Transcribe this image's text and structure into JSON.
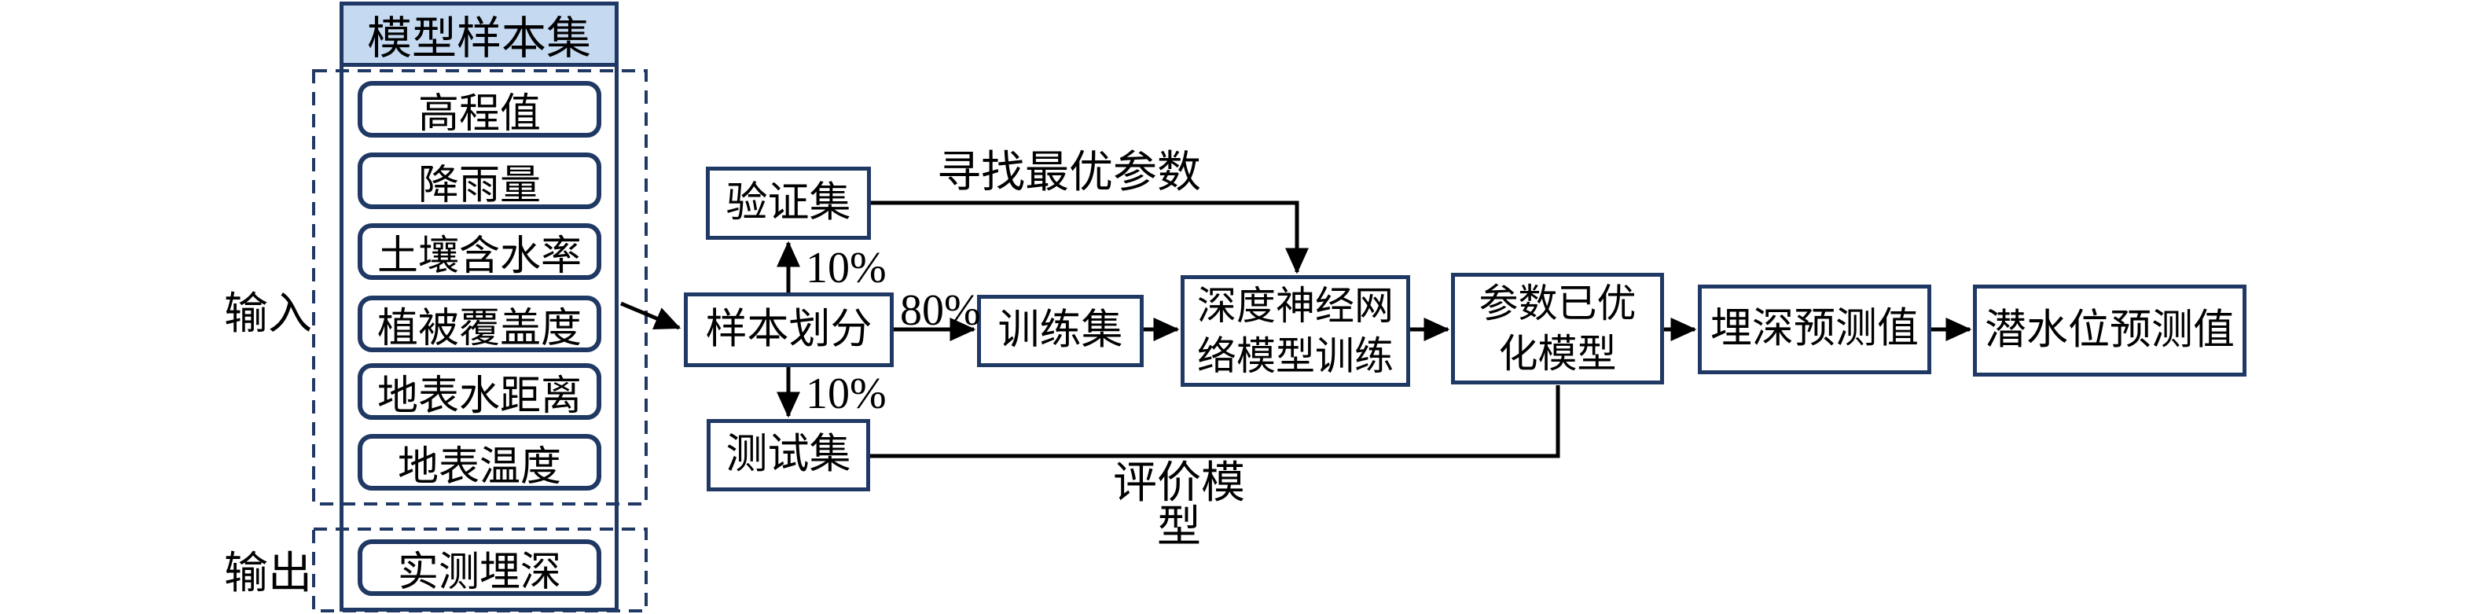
{
  "diagram": {
    "sample_set": {
      "title": "模型样本集",
      "input_group_label": "输入",
      "output_group_label": "输出",
      "input_items": [
        "高程值",
        "降雨量",
        "土壤含水率",
        "植被覆盖度",
        "地表水距离",
        "地表温度"
      ],
      "output_items": [
        "实测埋深"
      ]
    },
    "nodes": {
      "sample_split": "样本划分",
      "validation_set": "验证集",
      "training_set": "训练集",
      "test_set": "测试集",
      "dnn_training": "深度神经网\n络模型训练",
      "optimized_model": "参数已优\n化模型",
      "depth_prediction": "埋深预测值",
      "water_table_prediction": "潜水位预测值"
    },
    "edge_labels": {
      "validation_percent": "10%",
      "training_percent": "80%",
      "test_percent": "10%",
      "find_best_params": "寻找最优参数",
      "evaluate_model": "评价模型"
    },
    "colors": {
      "border": "#1F3864",
      "header_fill": "#C5D9F1",
      "line": "#000000"
    }
  }
}
